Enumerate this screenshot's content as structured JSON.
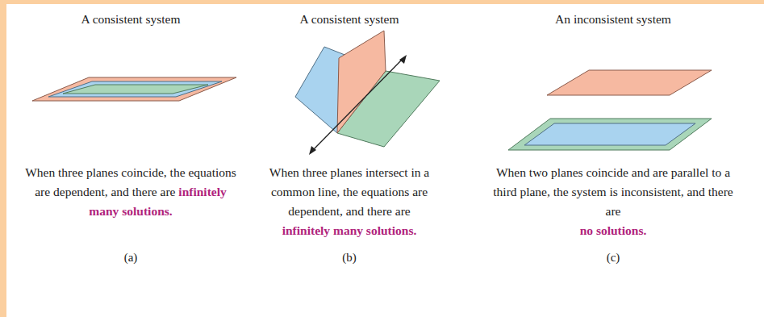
{
  "diagram": {
    "labels": [
      "A consistent system",
      "When three planes coincide, the equations are dependent, and there are",
      "infinitely many solutions.",
      "(a)",
      "A consistent system",
      "When three planes intersect in a common line, the equations are dependent, and there are",
      "infinitely many solutions.",
      "(b)",
      "An inconsistent system",
      "When two planes coincide and are parallel to a third plane, the system is inconsistent, and there are",
      "no solutions.",
      "(c)"
    ]
  }
}
